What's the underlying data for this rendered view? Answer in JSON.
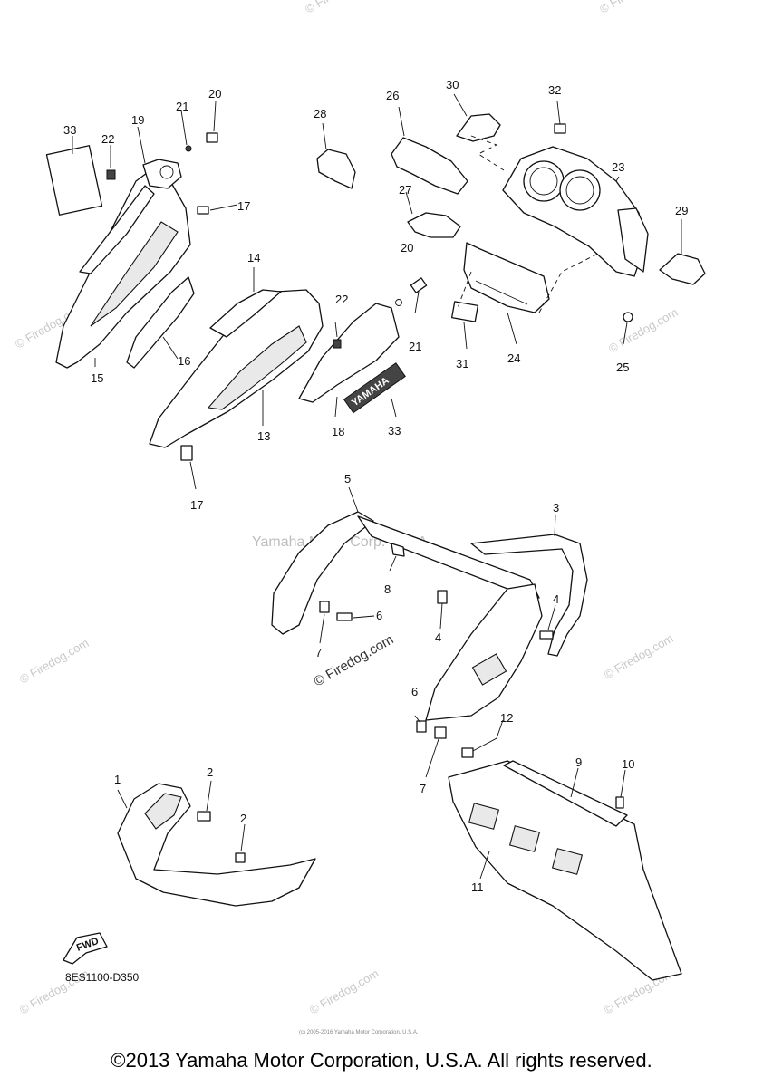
{
  "watermarks": {
    "brand_line": "Yamaha Motor Corp. U.S.A.",
    "site": "© Firedog.com",
    "site_center": "© Firedog.com"
  },
  "callouts": [
    "1",
    "2",
    "2",
    "3",
    "4",
    "4",
    "5",
    "6",
    "6",
    "7",
    "7",
    "8",
    "9",
    "10",
    "11",
    "12",
    "13",
    "14",
    "15",
    "16",
    "17",
    "17",
    "18",
    "19",
    "20",
    "20",
    "21",
    "21",
    "22",
    "22",
    "23",
    "24",
    "25",
    "26",
    "27",
    "28",
    "29",
    "30",
    "31",
    "32",
    "33",
    "33"
  ],
  "fwd_label": "FWD",
  "emblem_text": "YAMAHA",
  "diagram_code": "8ES1100-D350",
  "small_copyright": "(c) 2005-2016 Yamaha Motor Corporation, U.S.A.",
  "footer": "©2013 Yamaha Motor Corporation, U.S.A. All rights reserved."
}
